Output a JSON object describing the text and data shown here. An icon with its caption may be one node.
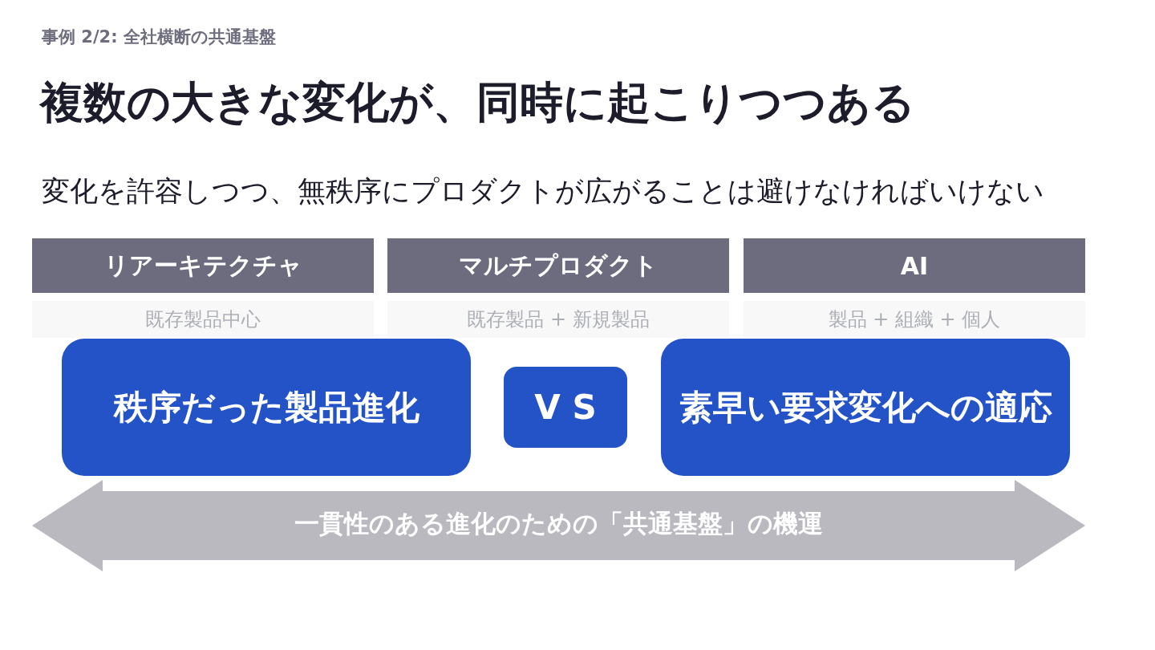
{
  "diagram": {
    "title": "複数の大きな変化が、同時に起こりつつある",
    "nodes": [
      {
        "text": [
          "リアーキテクチャ"
        ]
      },
      {
        "text": [
          "マルチプロダクト"
        ]
      },
      {
        "text": [
          "AI"
        ]
      },
      {
        "text": [
          "既存製品中心"
        ]
      },
      {
        "text": [
          "既存製品 + 新規製品"
        ]
      },
      {
        "text": [
          "製品 + 組織 + 個人"
        ]
      },
      {
        "text": [
          "秩序だった製品進化"
        ]
      },
      {
        "text": [
          "VS"
        ]
      },
      {
        "text": [
          "素早い要求変化への適応"
        ]
      },
      {
        "text": [
          "一貫性のある進化のための「共通基盤」の機運"
        ]
      }
    ],
    "labels": [
      "事例 2/2: 全社横断の共通基盤",
      "変化を許容しつつ、無秩序にプロダクトが広がることは避けなければいけない"
    ]
  }
}
